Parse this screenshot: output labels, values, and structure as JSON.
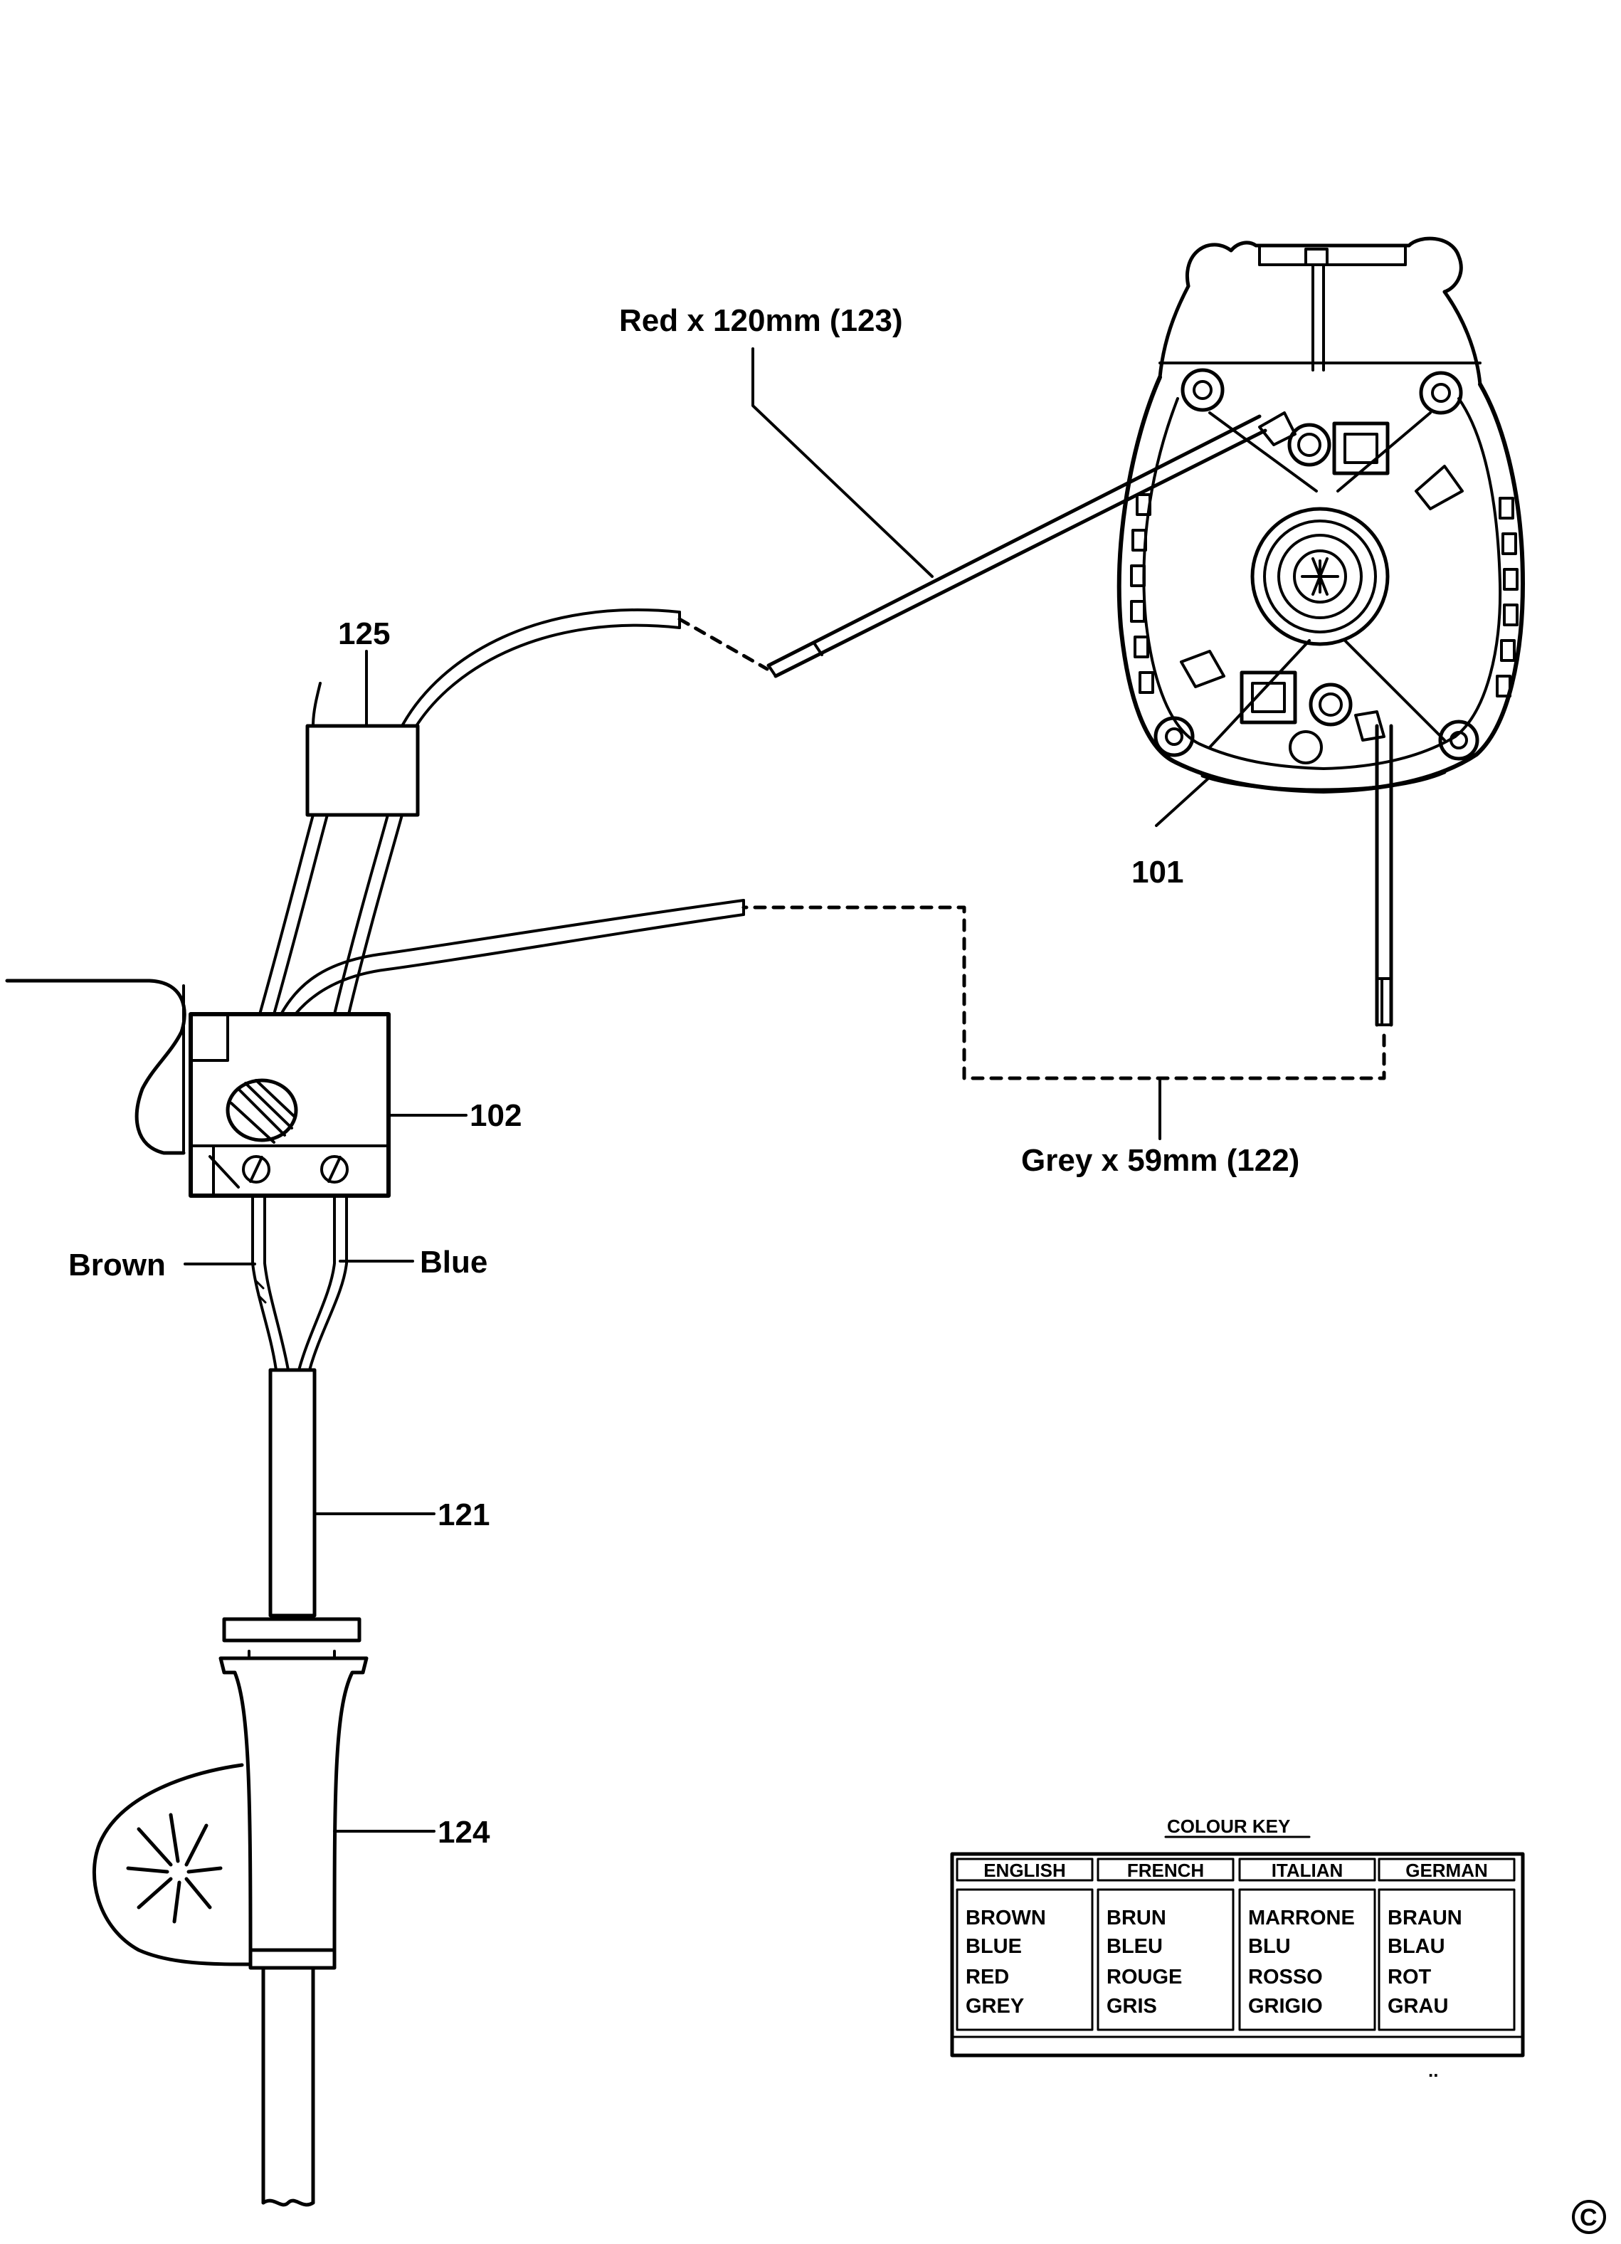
{
  "callouts": {
    "red_wire": "Red x 120mm (123)",
    "grey_wire": "Grey x 59mm (122)",
    "p125": "125",
    "p101": "101",
    "p102": "102",
    "p121": "121",
    "p124": "124",
    "brown": "Brown",
    "blue": "Blue"
  },
  "colour_key": {
    "title": "COLOUR KEY",
    "columns": [
      {
        "header": "ENGLISH",
        "items": [
          "BROWN",
          "BLUE",
          "RED",
          "GREY"
        ]
      },
      {
        "header": "FRENCH",
        "items": [
          "BRUN",
          "BLEU",
          "ROUGE",
          "GRIS"
        ]
      },
      {
        "header": "ITALIAN",
        "items": [
          "MARRONE",
          "BLU",
          "ROSSO",
          "GRIGIO"
        ]
      },
      {
        "header": "GERMAN",
        "items": [
          "BRAUN",
          "BLAU",
          "ROT",
          "GRAU"
        ]
      }
    ]
  },
  "footer": {
    "dots": "..",
    "copyright_symbol": "C"
  }
}
